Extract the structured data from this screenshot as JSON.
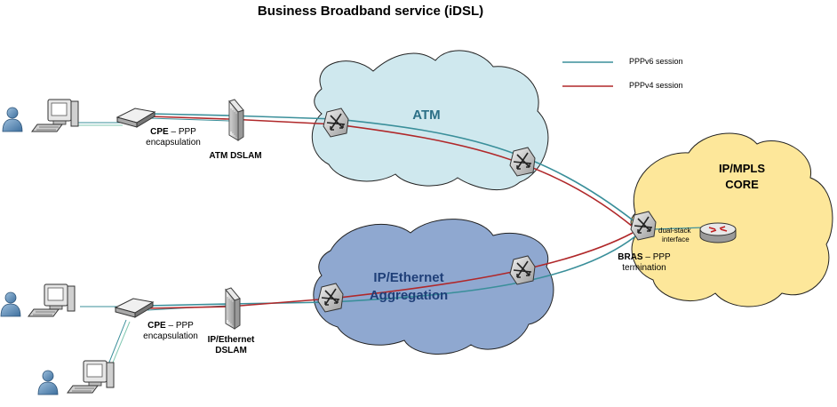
{
  "title": "Business Broadband service (iDSL)",
  "legend": {
    "v6": {
      "label": "PPPv6 session",
      "color": "#3a8f9a"
    },
    "v4": {
      "label": "PPPv4 session",
      "color": "#b0282a"
    }
  },
  "clouds": {
    "atm": {
      "label": "ATM",
      "color": "#cfe8ee"
    },
    "core": {
      "line1": "IP/MPLS",
      "line2": "CORE",
      "color": "#fde79a"
    },
    "eth": {
      "line1": "IP/Ethernet",
      "line2": "Aggregation",
      "color": "#8fa8d0"
    }
  },
  "cpe_top": {
    "strong": "CPE",
    "rest": " – PPP",
    "line2": "encapsulation"
  },
  "cpe_bottom": {
    "strong": "CPE",
    "rest": " – PPP",
    "line2": "encapsulation"
  },
  "atm_dslam": "ATM DSLAM",
  "eth_dslam": {
    "line1": "IP/Ethernet",
    "line2": "DSLAM"
  },
  "bras": {
    "strong": "BRAS",
    "rest": " – PPP",
    "line2": "termination"
  },
  "dual_stack": {
    "line1": "dual-stack",
    "line2": "interface"
  }
}
